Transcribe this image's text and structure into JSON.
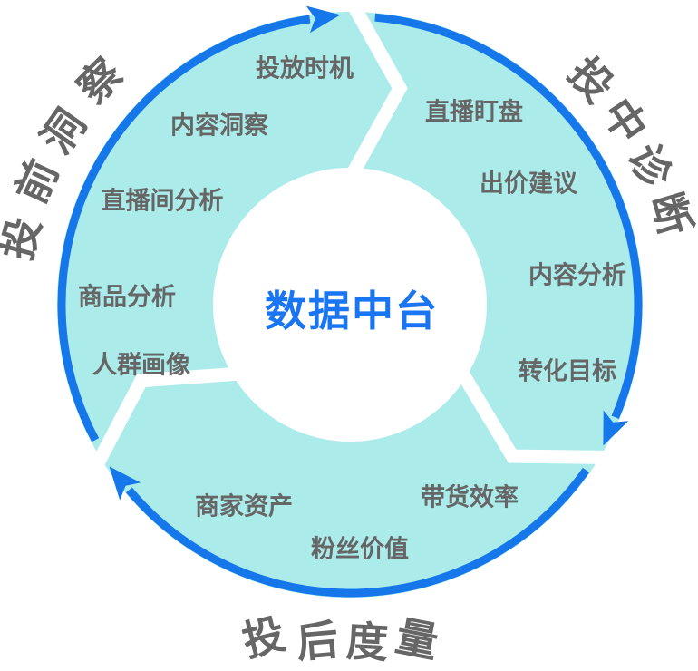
{
  "diagram": {
    "center_title": "数据中台",
    "colors": {
      "ring": "#ABECEB",
      "arrow_blue": "#1577E9",
      "title_blue": "#1A75F3",
      "label_gray": "#666666"
    },
    "phases": [
      {
        "label": "投前洞察",
        "items": [
          "投放时机",
          "内容洞察",
          "直播间分析",
          "商品分析",
          "人群画像"
        ]
      },
      {
        "label": "投中诊断",
        "items": [
          "直播盯盘",
          "出价建议",
          "内容分析",
          "转化目标"
        ]
      },
      {
        "label": "投后度量",
        "items": [
          "带货效率",
          "粉丝价值",
          "商家资产"
        ]
      }
    ]
  }
}
